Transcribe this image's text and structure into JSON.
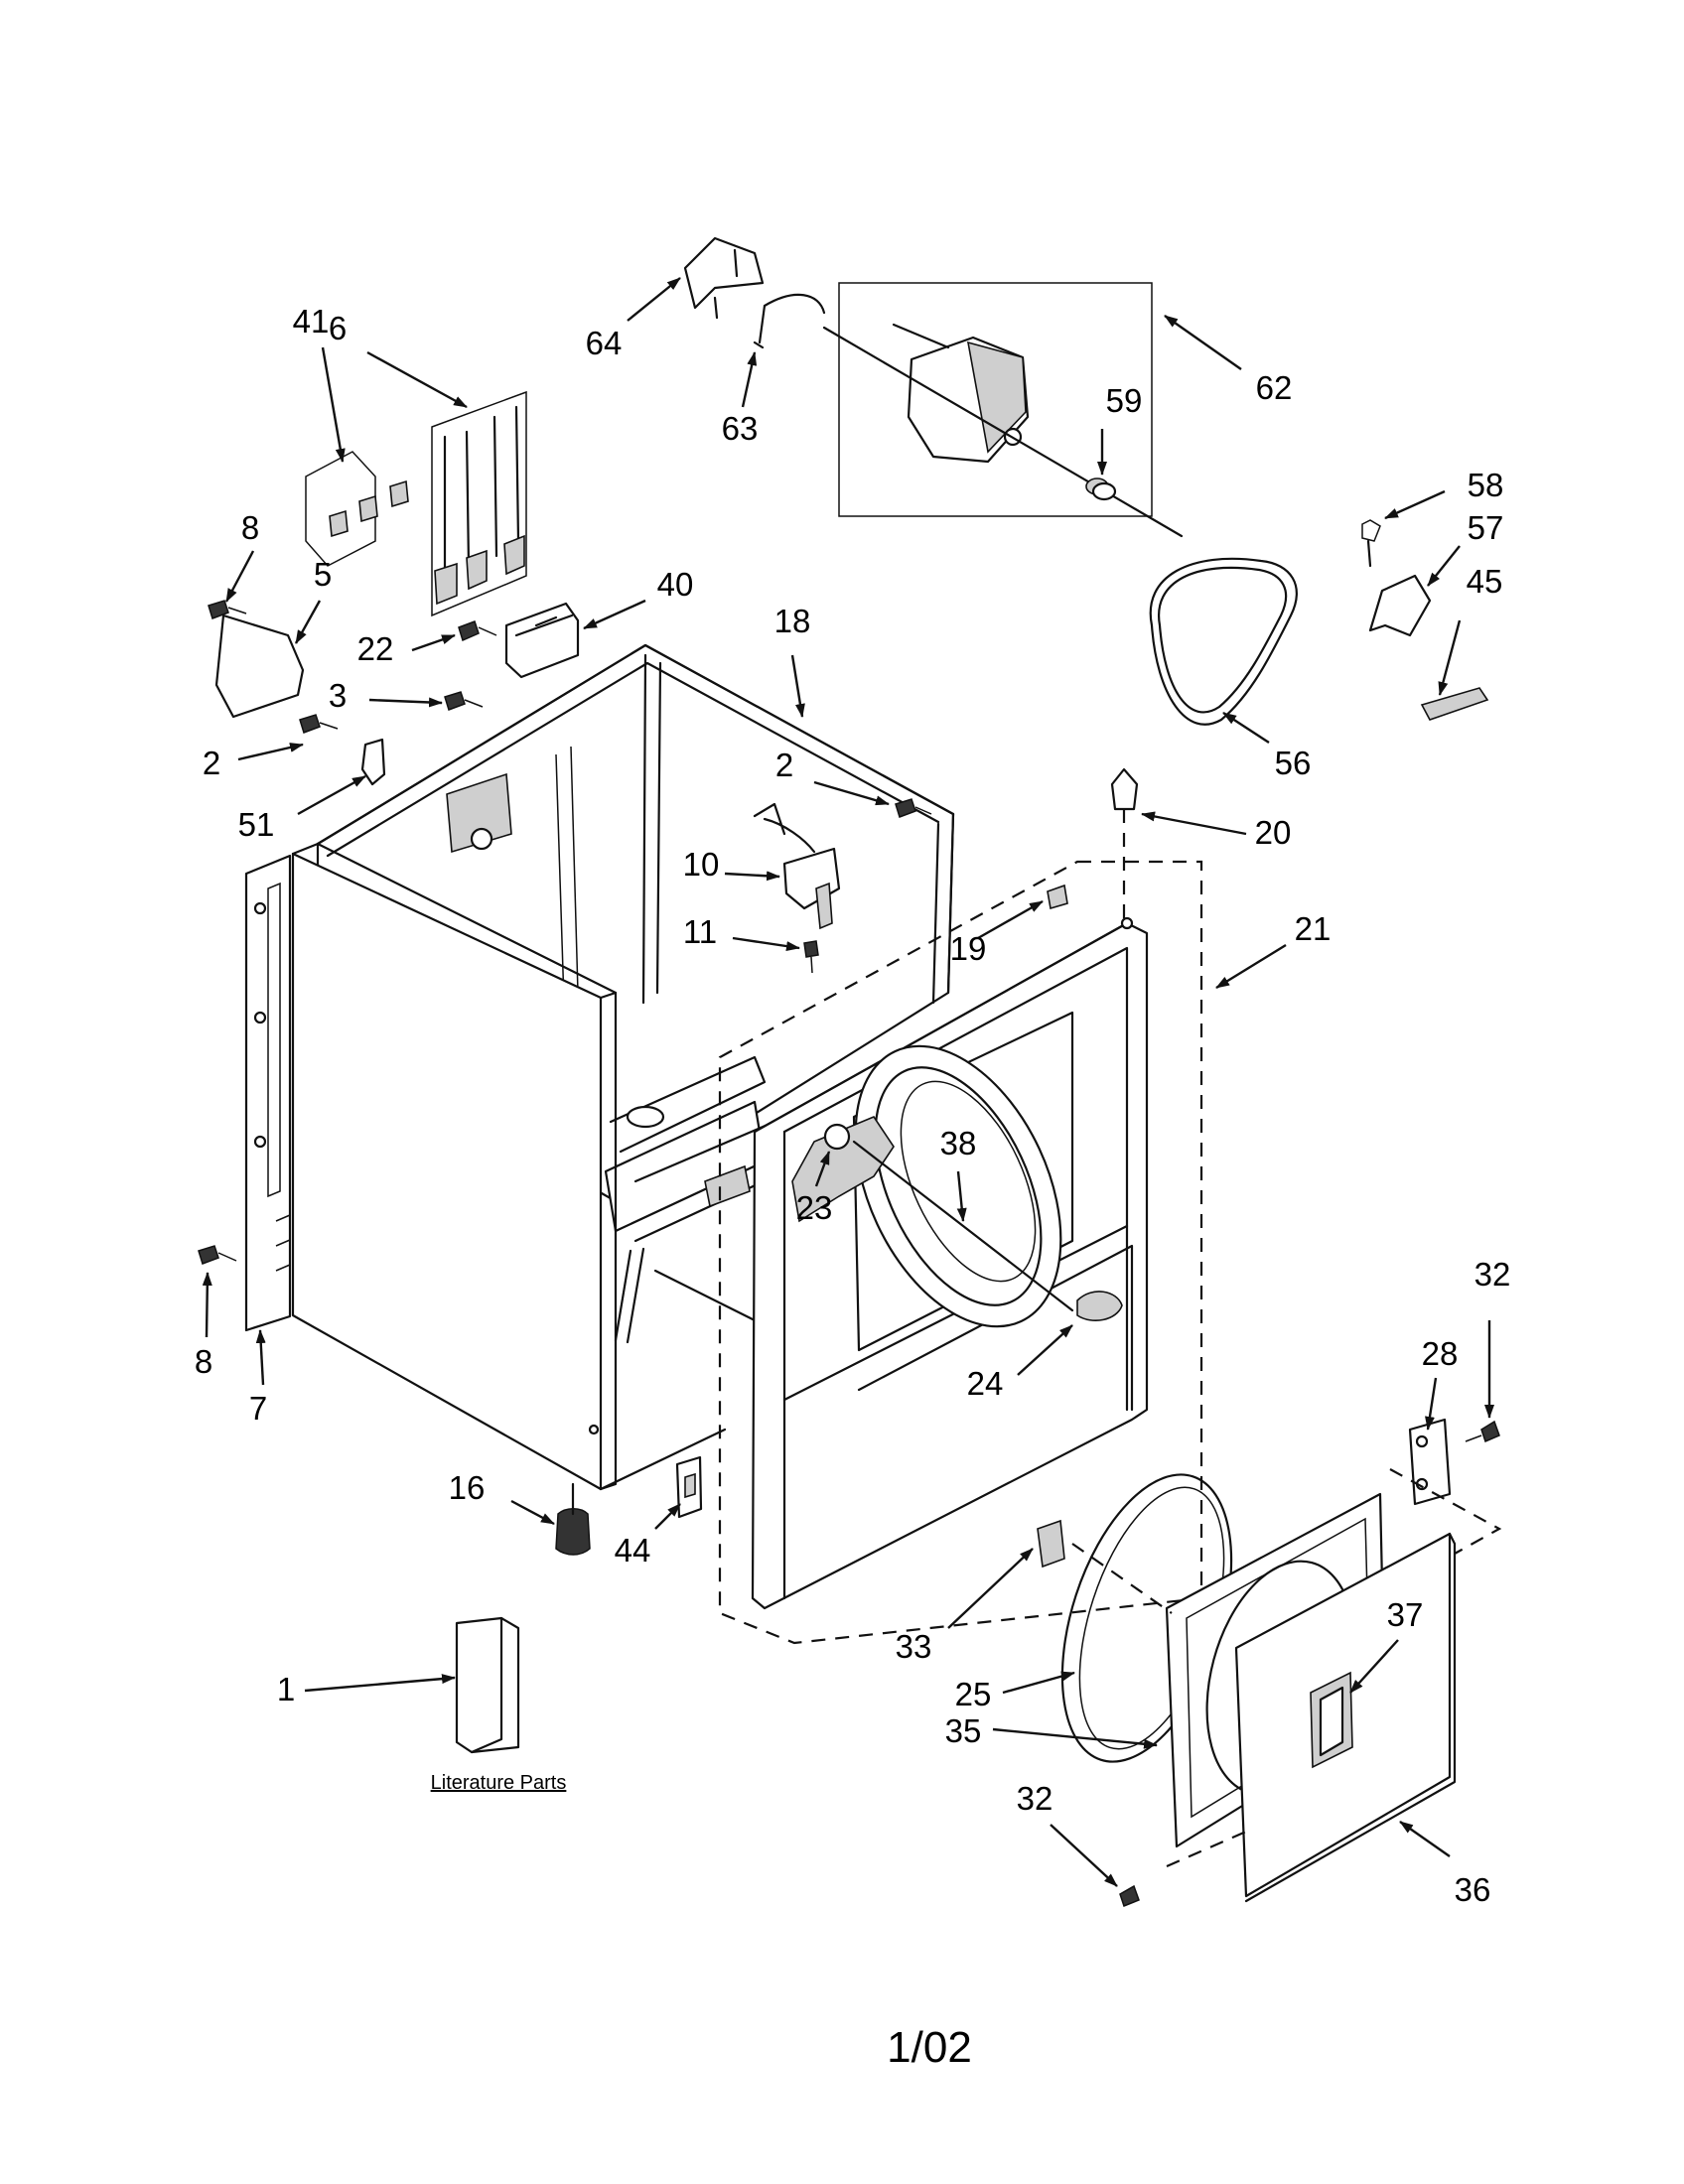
{
  "callouts": [
    "1",
    "2",
    "2",
    "3",
    "5",
    "6",
    "7",
    "8",
    "8",
    "10",
    "11",
    "16",
    "18",
    "19",
    "20",
    "21",
    "22",
    "23",
    "24",
    "25",
    "28",
    "32",
    "32",
    "33",
    "35",
    "36",
    "37",
    "38",
    "40",
    "41",
    "44",
    "45",
    "51",
    "56",
    "57",
    "58",
    "59",
    "62",
    "63",
    "64"
  ],
  "literature_label": "Literature Parts",
  "footer_code": "1/02"
}
